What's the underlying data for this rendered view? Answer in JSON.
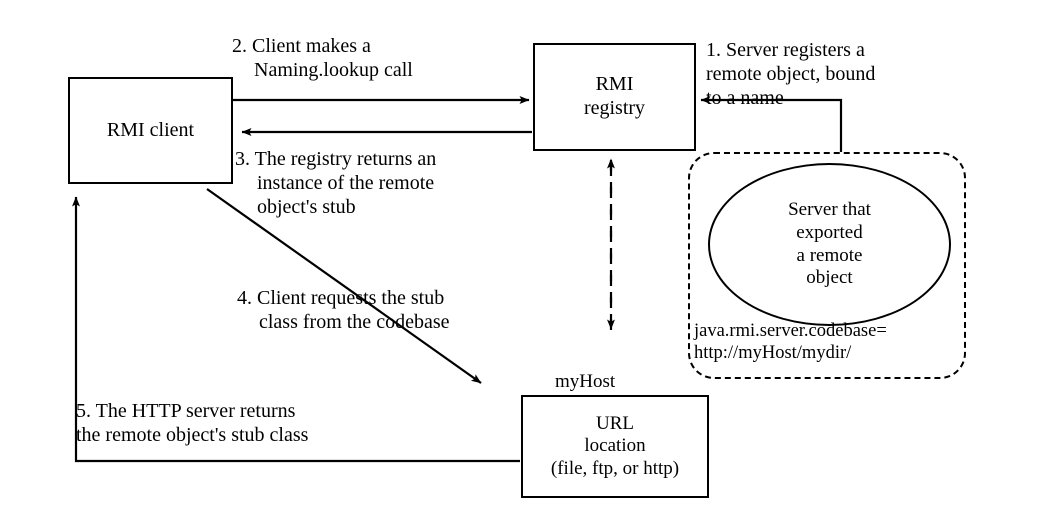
{
  "diagram": {
    "title": "Java RMI dynamic class loading overview",
    "background_color": "#ffffff",
    "stroke_color": "#000000"
  },
  "nodes": {
    "rmi_client": {
      "line1": "RMI client"
    },
    "rmi_registry": {
      "line1": "RMI",
      "line2": "registry"
    },
    "url_location": {
      "line1": "URL",
      "line2": "location",
      "line3": "(file, ftp, or http)"
    },
    "server_ellipse": {
      "line1": "Server that",
      "line2": "exported",
      "line3": "a remote",
      "line4": "object"
    }
  },
  "labels": {
    "myhost": "myHost",
    "codebase_line1": "java.rmi.server.codebase=",
    "codebase_line2": "http://myHost/mydir/"
  },
  "steps": {
    "step1": {
      "line1": "1. Server registers a",
      "line2": "remote object, bound",
      "line3": "to a name"
    },
    "step2": {
      "line1": "2. Client makes a",
      "line2": "Naming.lookup call"
    },
    "step3": {
      "line1": "3. The registry returns an",
      "line2": "instance of the remote",
      "line3": "object's stub"
    },
    "step4": {
      "line1": "4. Client requests the stub",
      "line2": "class from the codebase"
    },
    "step5": {
      "line1": "5. The HTTP server returns",
      "line2": "the remote object's stub class"
    }
  }
}
